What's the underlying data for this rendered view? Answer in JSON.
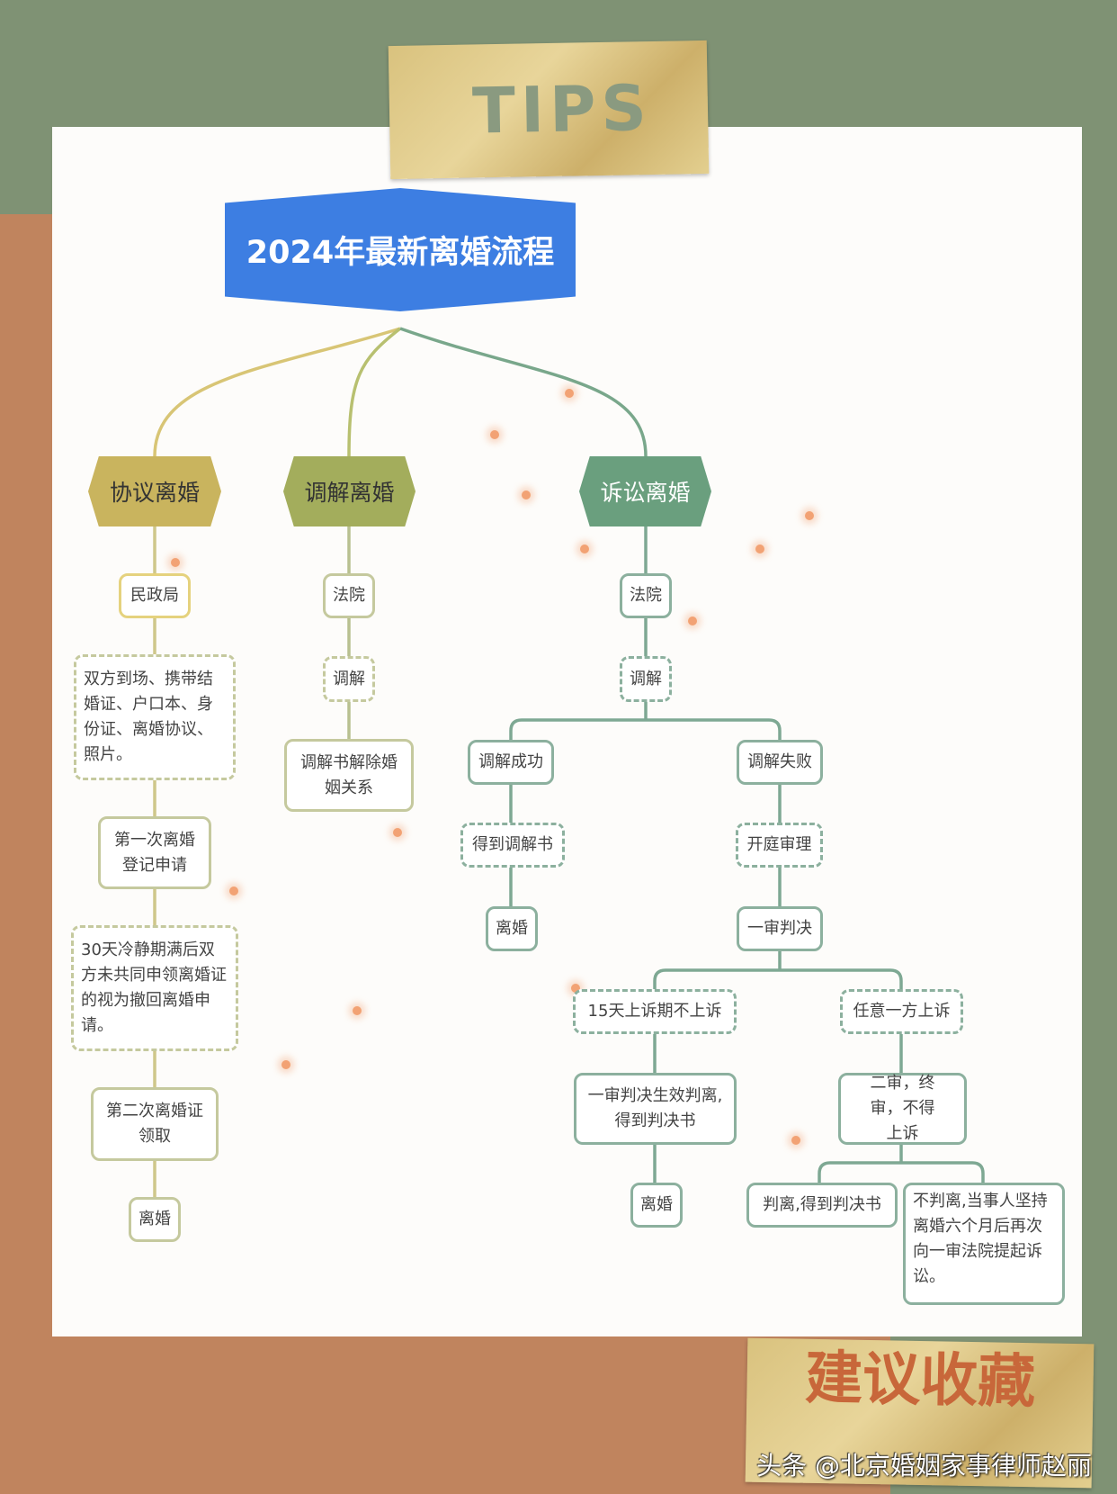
{
  "header": {
    "tips": "TIPS"
  },
  "diagram": {
    "title": "2024年最新离婚流程",
    "branches": [
      {
        "label": "协议离婚",
        "color": "#c9b45e",
        "nodes": [
          "民政局",
          "双方到场、携带结婚证、户口本、身份证、离婚协议、照片。",
          "第一次离婚登记申请",
          "30天冷静期满后双方未共同申领离婚证的视为撤回离婚申请。",
          "第二次离婚证领取",
          "离婚"
        ]
      },
      {
        "label": "调解离婚",
        "color": "#a3ad5c",
        "nodes": [
          "法院",
          "调解",
          "调解书解除婚姻关系"
        ]
      },
      {
        "label": "诉讼离婚",
        "color": "#6a9f7e",
        "nodes": [
          "法院",
          "调解"
        ],
        "success": {
          "label": "调解成功",
          "nodes": [
            "得到调解书",
            "离婚"
          ]
        },
        "failure": {
          "label": "调解失败",
          "nodes": [
            "开庭审理",
            "一审判决"
          ],
          "no_appeal": {
            "label": "15天上诉期不上诉",
            "nodes": [
              "一审判决生效判离,得到判决书",
              "离婚"
            ]
          },
          "appeal": {
            "label": "任意一方上诉",
            "nodes": [
              "二审，终审，不得上诉"
            ],
            "outcomes": [
              "判离,得到判决书",
              "不判离,当事人坚持离婚六个月后再次向一审法院提起诉讼。"
            ]
          }
        }
      }
    ]
  },
  "footer": {
    "keep": "建议收藏",
    "watermark": "头条 @北京婚姻家事律师赵丽"
  }
}
